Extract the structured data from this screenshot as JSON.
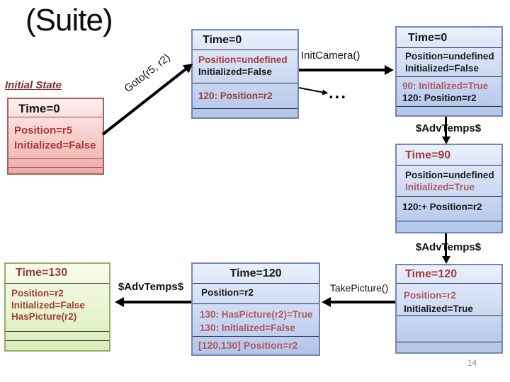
{
  "title": "(Suite)",
  "page_number": "14",
  "initial_state_label": "Initial State",
  "arrows": {
    "goto": "Goto(r5, r2)",
    "init_camera": "InitCamera()",
    "ellipsis": "...",
    "adv_temps_top": "$AdvTemps$",
    "adv_temps_mid": "$AdvTemps$",
    "adv_temps_bottom": "$AdvTemps$",
    "take_picture": "TakePicture()"
  },
  "boxes": {
    "initial": {
      "header": "Time=0",
      "lines": {
        "position": "Position=r5",
        "initialized": "Initialized=False"
      }
    },
    "after_goto": {
      "header": "Time=0",
      "lines": {
        "position": "Position=undefined",
        "initialized": "Initialized=False",
        "future": "120: Position=r2"
      }
    },
    "after_init_camera": {
      "header": "Time=0",
      "lines": {
        "position": "Position=undefined",
        "initialized": "Initialized=False",
        "future_1": "90: Initialized=True",
        "future_2": "120: Position=r2"
      }
    },
    "time_90": {
      "header": "Time=90",
      "lines": {
        "position": "Position=undefined",
        "initialized": "Initialized=True",
        "future": "120:+ Position=r2"
      }
    },
    "time_120_right": {
      "header": "Time=120",
      "lines": {
        "position": "Position=r2",
        "initialized": "Initialized=True"
      }
    },
    "time_120_mid": {
      "header": "Time=120",
      "lines": {
        "position": "Position=r2",
        "future_1": "130: HasPicture(r2)=True",
        "future_2": "130: Initialized=False",
        "interval": "[120,130] Position=r2"
      }
    },
    "time_130": {
      "header": "Time=130",
      "lines": {
        "position": "Position=r2",
        "initialized": "Initialized=False",
        "has_picture": "HasPicture(r2)"
      }
    }
  },
  "colors": {
    "dark_red_text": "#a23c3a",
    "mauve_text": "#b15862",
    "blue_box_border": "#7088b8",
    "pink_box_border": "#a8605c",
    "green_box_border": "#9cab64"
  }
}
